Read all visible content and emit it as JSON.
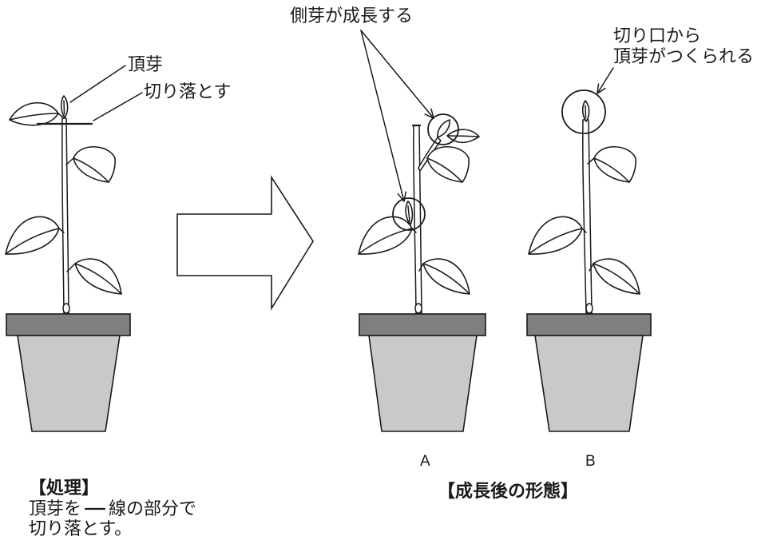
{
  "labels": {
    "apical_bud": "頂芽",
    "cut_off": "切り落とす",
    "lateral_buds_grow": "側芽が成長する",
    "from_cut_line1": "切り口から",
    "from_cut_line2": "頂芽がつくられる",
    "plant_a": "A",
    "plant_b": "B"
  },
  "treatment": {
    "heading": "【処理】",
    "line1_before": "頂芽を",
    "line1_after": "線の部分で",
    "line2": "切り落とす。"
  },
  "result": {
    "heading": "【成長後の形態】"
  },
  "colors": {
    "outline": "#1a1a1a",
    "pot_rim": "#7f7f7f",
    "pot_body": "#c9c9c9",
    "paper": "#ffffff"
  }
}
